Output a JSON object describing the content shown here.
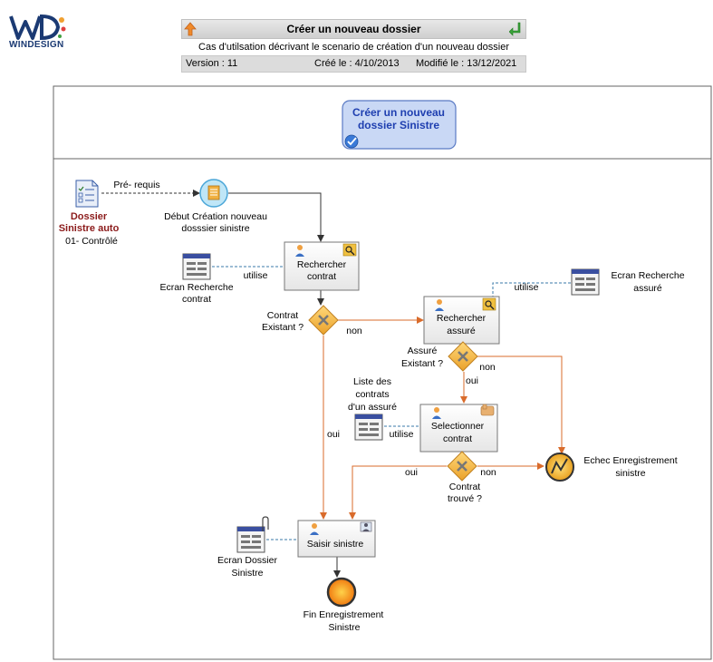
{
  "header": {
    "title": "Créer un nouveau dossier",
    "description": "Cas d'utilsation décrivant le scenario de création d'un nouveau dossier",
    "version": "Version : 11",
    "created": "Créé le : 4/10/2013",
    "modified": "Modifié le : 13/12/2021"
  },
  "logo": {
    "text": "WINDESIGN"
  },
  "diagram": {
    "use_case_line1": "Créer un nouveau",
    "use_case_line2": "dossier Sinistre",
    "prereq_label": "Pré- requis",
    "dossier_line1": "Dossier",
    "dossier_line2": "Sinistre auto",
    "dossier_state": "01- Contrôlé",
    "start_line1": "Début Création nouveau",
    "start_line2": "dosssier sinistre",
    "act_rechercher_contrat_1": "Rechercher",
    "act_rechercher_contrat_2": "contrat",
    "screen_recherche_contrat_1": "Ecran Recherche",
    "screen_recherche_contrat_2": "contrat",
    "utilise_1": "utilise",
    "dec_contrat_existant_1": "Contrat",
    "dec_contrat_existant_2": "Existant ?",
    "non_1": "non",
    "act_rechercher_assure_1": "Rechercher",
    "act_rechercher_assure_2": "assuré",
    "screen_recherche_assure_1": "Ecran Recherche",
    "screen_recherche_assure_2": "assuré",
    "utilise_2": "utilise",
    "dec_assure_existant_1": "Assuré",
    "dec_assure_existant_2": "Existant ?",
    "non_2": "non",
    "oui_1": "oui",
    "liste_1": "Liste des",
    "liste_2": "contrats",
    "liste_3": "d'un assuré",
    "utilise_3": "utilise",
    "act_selectionner_1": "Selectionner",
    "act_selectionner_2": "contrat",
    "oui_2": "oui",
    "dec_contrat_trouve_1": "Contrat",
    "dec_contrat_trouve_2": "trouvé ?",
    "oui_3": "oui",
    "non_3": "non",
    "echec_1": "Echec Enregistrement",
    "echec_2": "sinistre",
    "act_saisir": "Saisir sinistre",
    "screen_dossier_1": "Ecran Dossier",
    "screen_dossier_2": "Sinistre",
    "fin_1": "Fin Enregistrement",
    "fin_2": "Sinistre"
  },
  "colors": {
    "flow": "#d96b2b",
    "decision": "#f0b43c",
    "use_case_fill": "#c9d8f5",
    "label_dark_red": "#8b1a1a"
  }
}
